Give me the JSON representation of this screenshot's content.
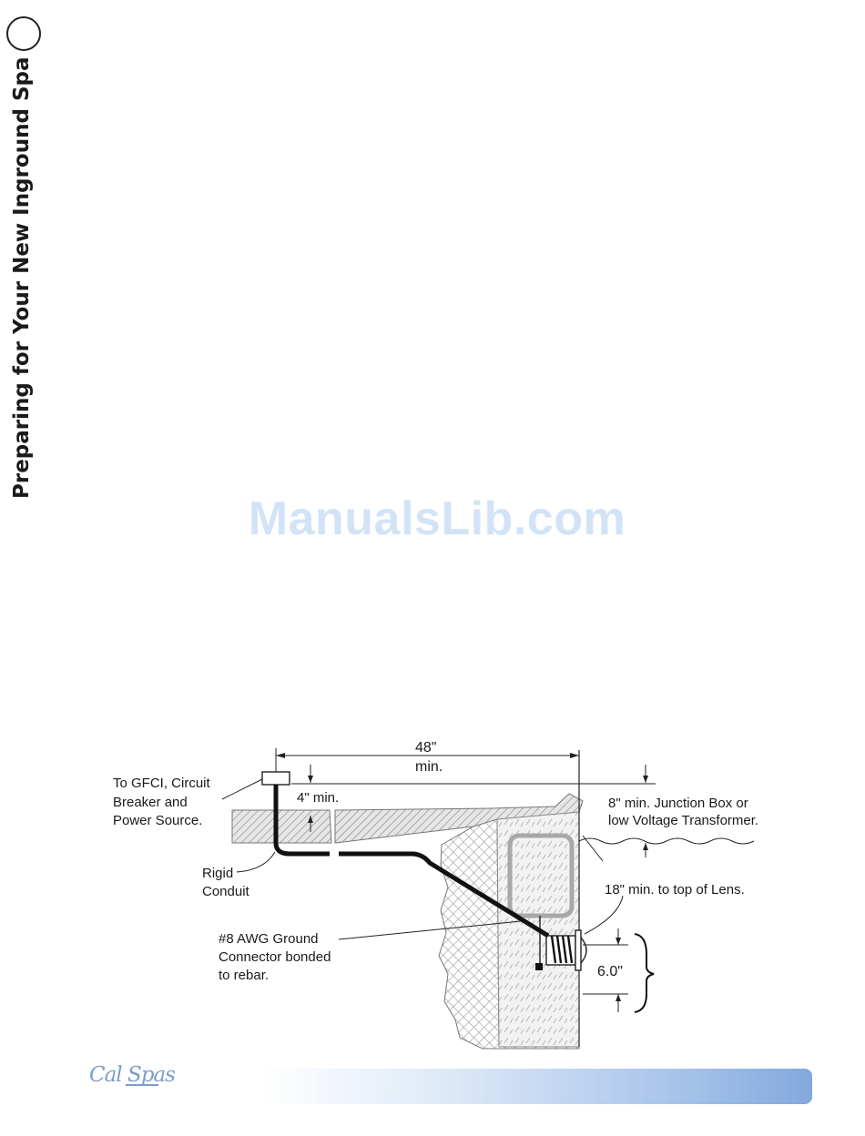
{
  "sidebar": {
    "title": "Preparing for Your New Inground Spa"
  },
  "watermark": {
    "text": "ManualsLib.com"
  },
  "diagram": {
    "labels": {
      "width_value": "48\"",
      "width_unit": "min.",
      "gfci_line1": "To GFCI, Circuit",
      "gfci_line2": "Breaker and",
      "gfci_line3": "Power Source.",
      "depth4": "4\" min.",
      "junction_line1": "8\" min. Junction Box or",
      "junction_line2": "low Voltage Transformer.",
      "conduit_line1": "Rigid",
      "conduit_line2": "Conduit",
      "lens": "18\" min. to top of Lens.",
      "ground_line1": "#8 AWG Ground",
      "ground_line2": "Connector bonded",
      "ground_line3": "to rebar.",
      "light_height": "6.0\""
    }
  },
  "footer": {
    "logo_text": "Cal Spas"
  }
}
